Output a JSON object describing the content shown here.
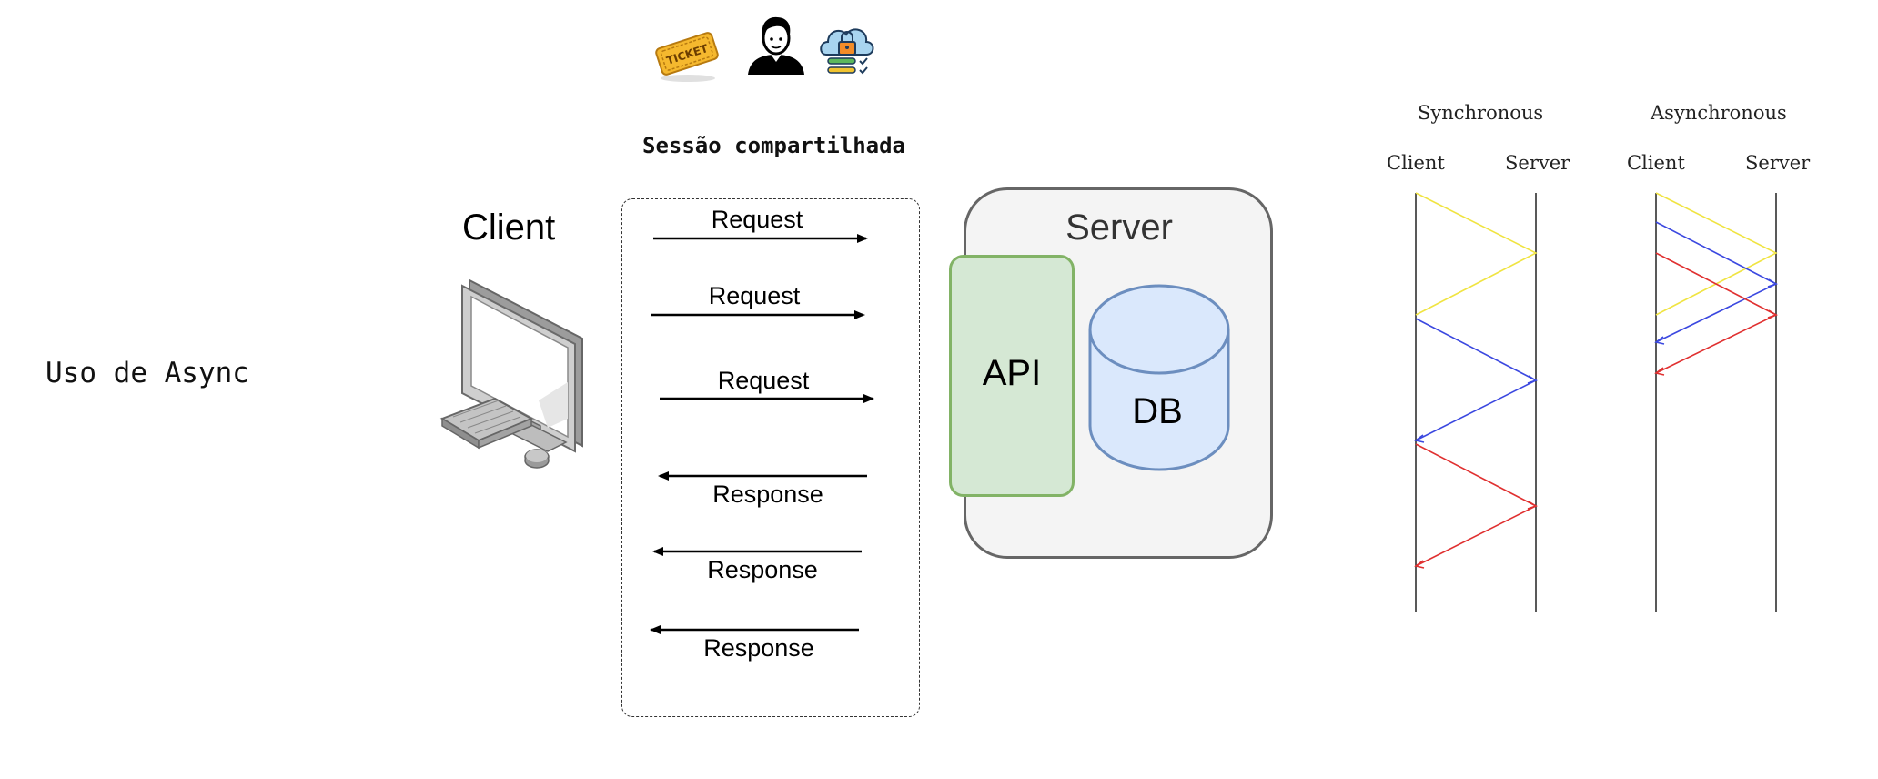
{
  "slide": {
    "title": "Uso de Async"
  },
  "session": {
    "title": "Sessão compartilhada"
  },
  "client": {
    "label": "Client"
  },
  "messages": [
    {
      "label": "Request"
    },
    {
      "label": "Request"
    },
    {
      "label": "Request"
    },
    {
      "label": "Response"
    },
    {
      "label": "Response"
    },
    {
      "label": "Response"
    }
  ],
  "server": {
    "label": "Server",
    "api_label": "API",
    "db_label": "DB"
  },
  "icons": [
    "ticket-icon",
    "user-icon",
    "cloud-lock-icon"
  ],
  "colors": {
    "api_fill": "#d5e8d4",
    "api_stroke": "#82b366",
    "db_fill": "#dae8fc",
    "db_stroke": "#6c8ebf",
    "seq_yellow": "#f0e442",
    "seq_blue": "#3b48e0",
    "seq_red": "#e03030"
  },
  "sequence": {
    "sync": {
      "title": "Synchronous",
      "client": "Client",
      "server": "Server"
    },
    "async": {
      "title": "Asynchronous",
      "client": "Client",
      "server": "Server"
    }
  }
}
